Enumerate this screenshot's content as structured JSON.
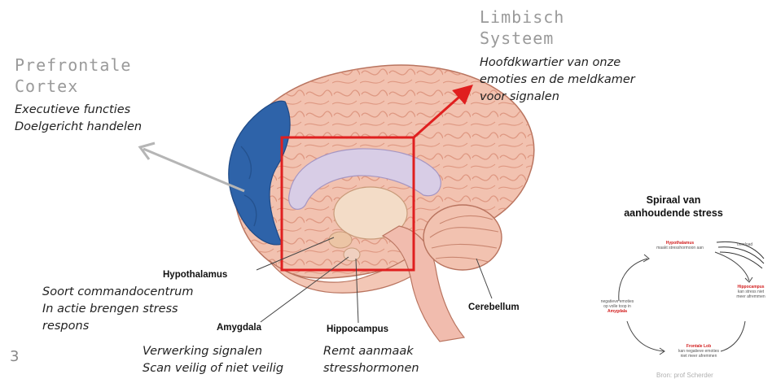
{
  "prefrontal": {
    "title_line1": "Prefrontale",
    "title_line2": "Cortex",
    "desc_line1": "Executieve functies",
    "desc_line2": "Doelgericht handelen",
    "color": "#2e63a9"
  },
  "limbic": {
    "title_line1": "Limbisch",
    "title_line2": "Systeem",
    "desc_line1": "Hoofdkwartier van onze",
    "desc_line2": "emoties en de meldkamer",
    "desc_line3": "voor signalen",
    "box_color": "#e01f1f"
  },
  "structures": {
    "hypothalamus": {
      "label": "Hypothalamus",
      "desc_line1": "Soort commandocentrum",
      "desc_line2": "In actie brengen stress",
      "desc_line3": "respons"
    },
    "amygdala": {
      "label": "Amygdala",
      "desc_line1": "Verwerking signalen",
      "desc_line2": "Scan veilig of niet veilig"
    },
    "hippocampus": {
      "label": "Hippocampus",
      "desc_line1": "Remt aanmaak",
      "desc_line2": "stresshormonen"
    },
    "cerebellum": {
      "label": "Cerebellum"
    }
  },
  "spiral": {
    "title_line1": "Spiraal van",
    "title_line2": "aanhoudende stress",
    "node_top_title": "Hypothalamus",
    "node_top_text": "maakt stresshormoon aan",
    "node_right_title": "Hippocampus",
    "node_right_text1": "kan stress niet",
    "node_right_text2": "meer afremmen",
    "node_bottom_title": "Frontale Lob",
    "node_bottom_text1": "kan negatieve emoties",
    "node_bottom_text2": "niet meer afremmen",
    "node_left_text1": "negatieve emoties",
    "node_left_text2": "op volle toop in",
    "node_left_title": "Amygdala",
    "top_right_text": "overload",
    "source": "Bron: prof Scherder"
  },
  "page_number": "3"
}
